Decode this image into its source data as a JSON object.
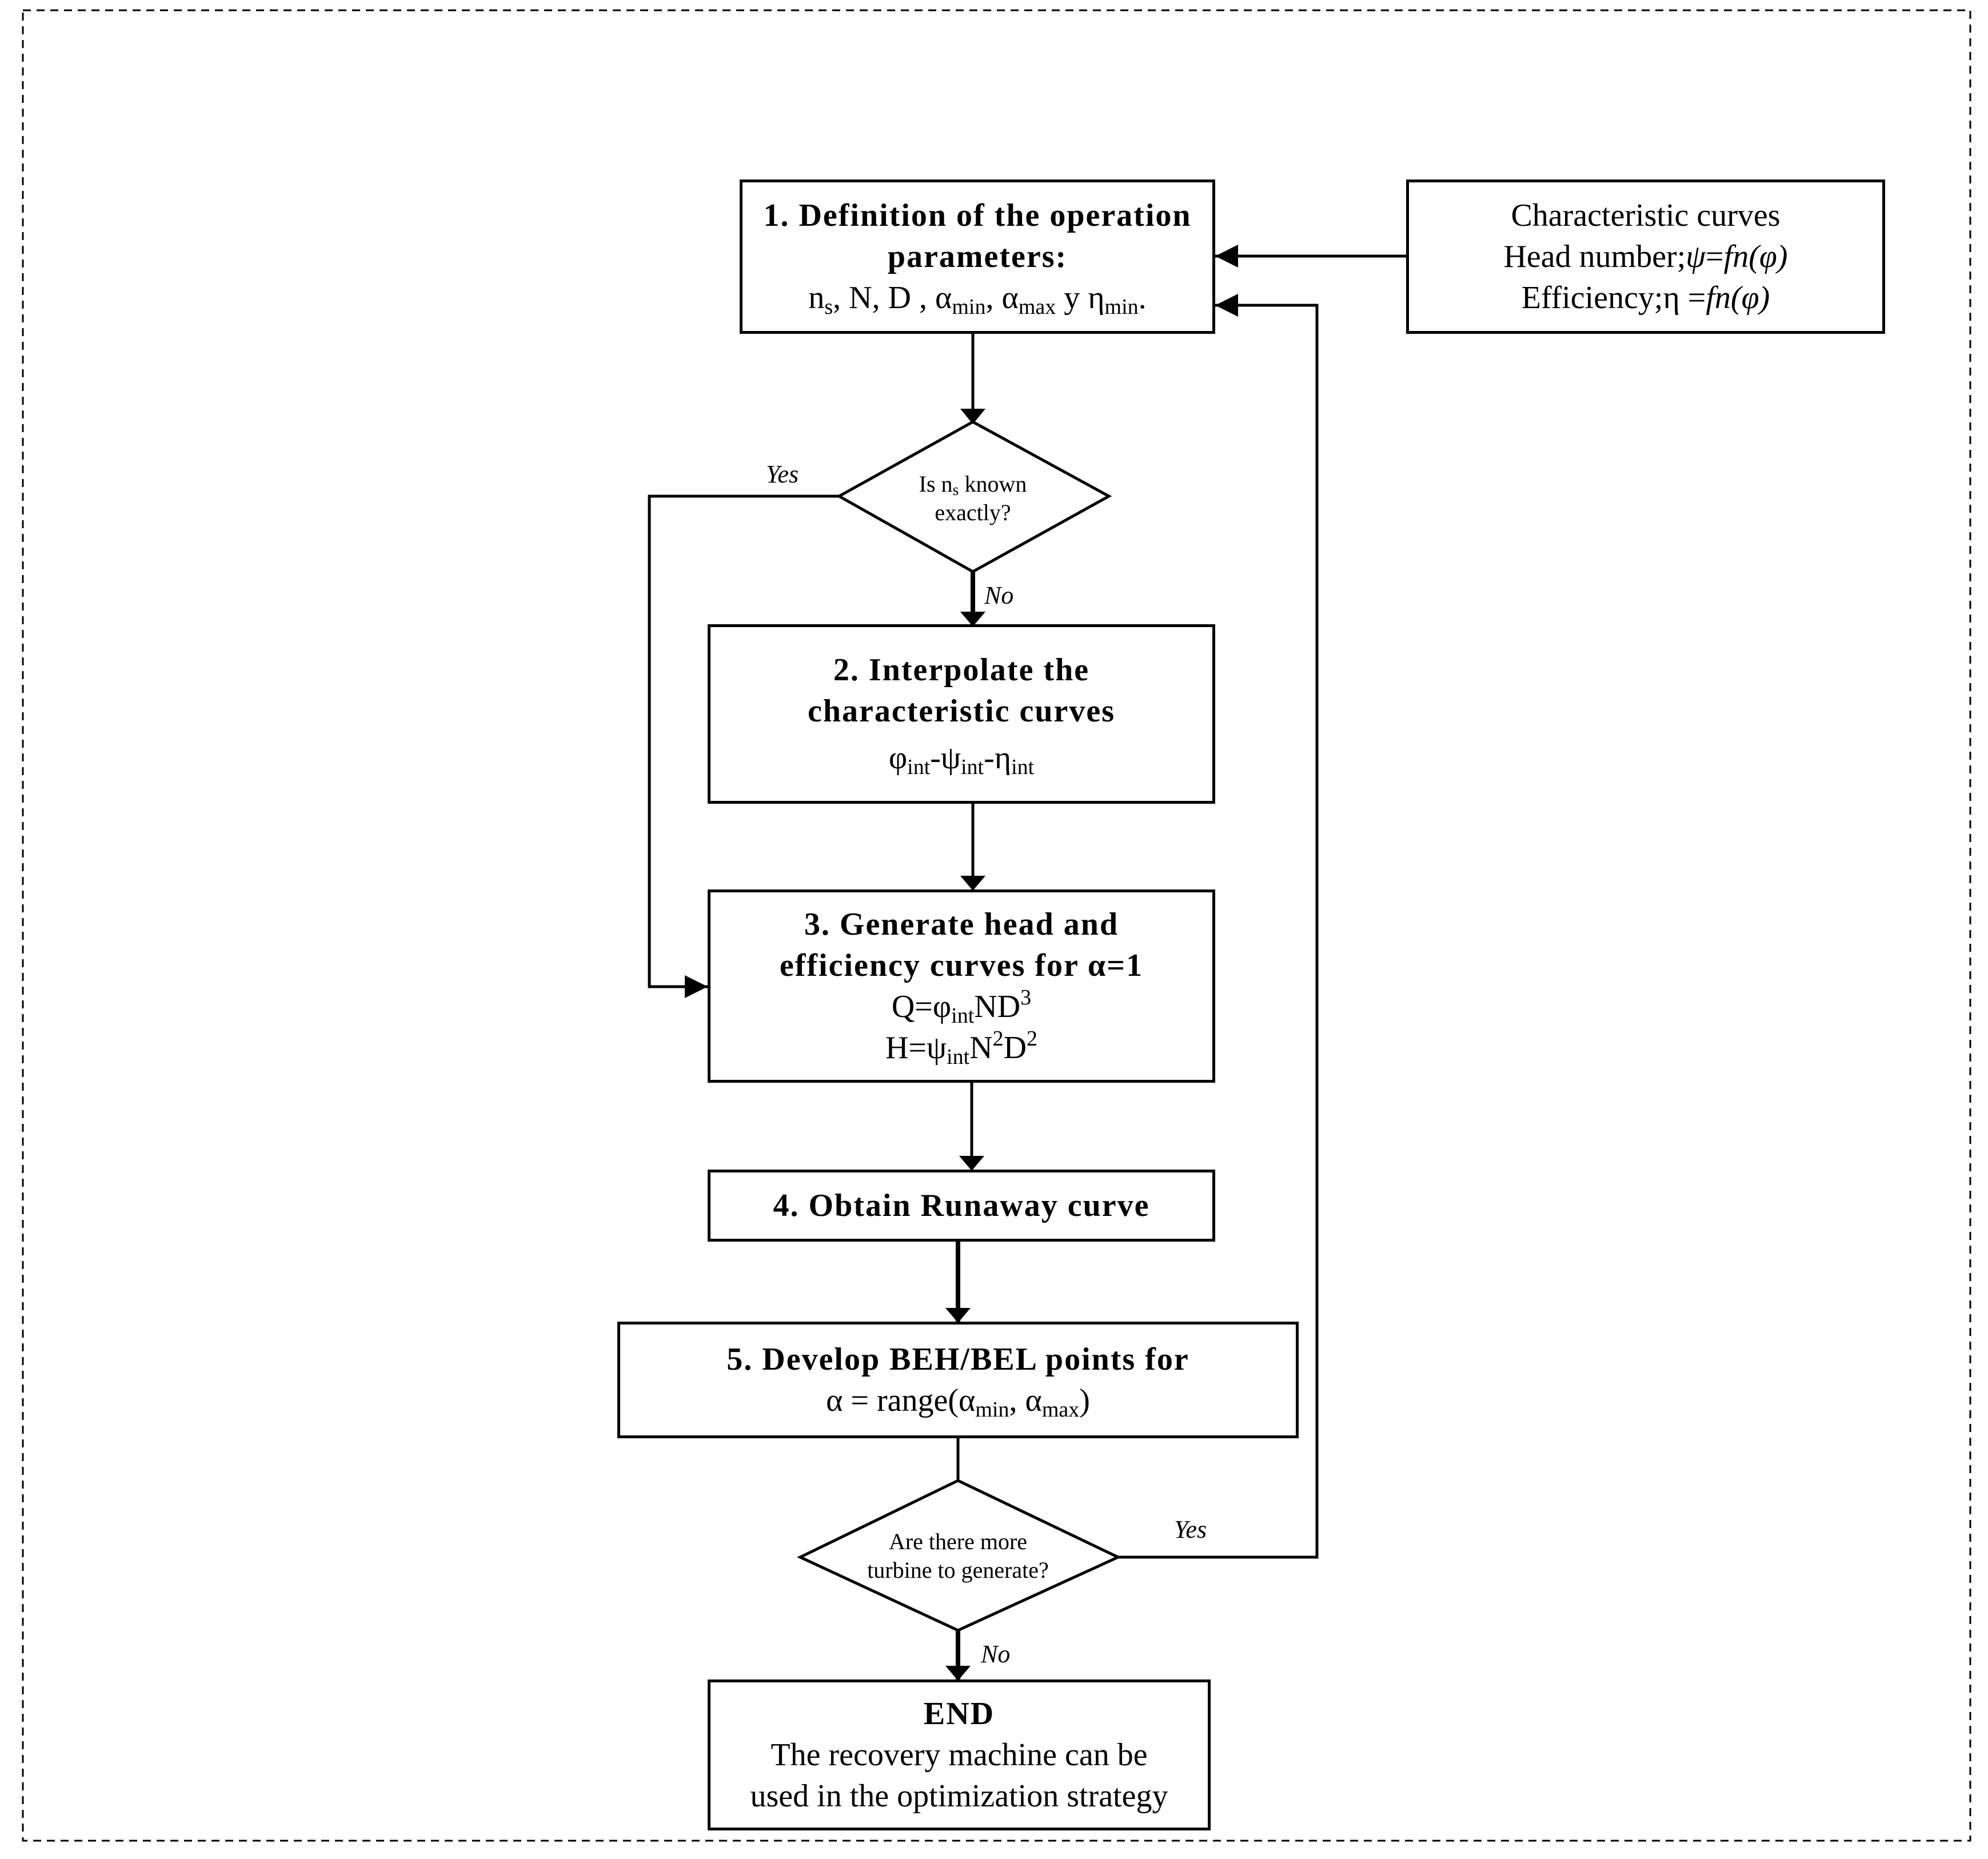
{
  "nodes": {
    "step1": {
      "title_1": "1. Definition of the operation",
      "title_2": "parameters:",
      "p_n": "n",
      "p_s": "s",
      "p_mid": ", N, D ,",
      "p_a1": "α",
      "p_min": "min",
      "p_comma": ",",
      "p_a2": "α",
      "p_max": "max",
      "p_y": "y",
      "p_eta": "η",
      "p_min2": "min",
      "p_dot": "."
    },
    "char": {
      "line1": "Characteristic curves",
      "line2_a": "Head number;",
      "line2_psi": "ψ",
      "line2_eq": "=",
      "line2_fn": "fn(",
      "line2_phi": "φ",
      "line2_close": ")",
      "line3_a": "Efficiency;",
      "line3_eta": "η",
      "line3_eq": "=",
      "line3_fn": "fn(",
      "line3_phi": "φ",
      "line3_close": ")"
    },
    "decision1": {
      "line1_a": "Is n",
      "line1_s": "s",
      "line1_b": "known",
      "line2": "exactly?"
    },
    "step2": {
      "title_1": "2. Interpolate the",
      "title_2": "characteristic curves",
      "f_phi": "φ",
      "f_int1": "int",
      "f_dash1": "-",
      "f_psi": "ψ",
      "f_int2": "int",
      "f_dash2": "-",
      "f_eta": "η",
      "f_int3": "int"
    },
    "step3": {
      "title_1": "3. Generate head and",
      "title_2": "efficiency curves for",
      "title_alpha": "α",
      "title_eq": "=1",
      "q_a": "Q=φ",
      "q_int": "int",
      "q_b": "ND",
      "q_sup": "3",
      "h_a": "H=ψ",
      "h_int": "int",
      "h_b": "N",
      "h_sup1": "2",
      "h_c": "D",
      "h_sup2": "2"
    },
    "step4": {
      "title": "4. Obtain Runaway curve"
    },
    "step5": {
      "title": "5. Develop BEH/BEL points for",
      "r_a": "α = range(α",
      "r_min": "min",
      "r_b": ", α",
      "r_max": "max",
      "r_c": ")"
    },
    "decision2": {
      "line1": "Are there more",
      "line2": "turbine to generate?"
    },
    "end": {
      "title": "END",
      "line1": "The recovery machine can be",
      "line2": "used in the optimization strategy"
    }
  },
  "labels": {
    "yes1": "Yes",
    "no1": "No",
    "yes2": "Yes",
    "no2": "No"
  }
}
